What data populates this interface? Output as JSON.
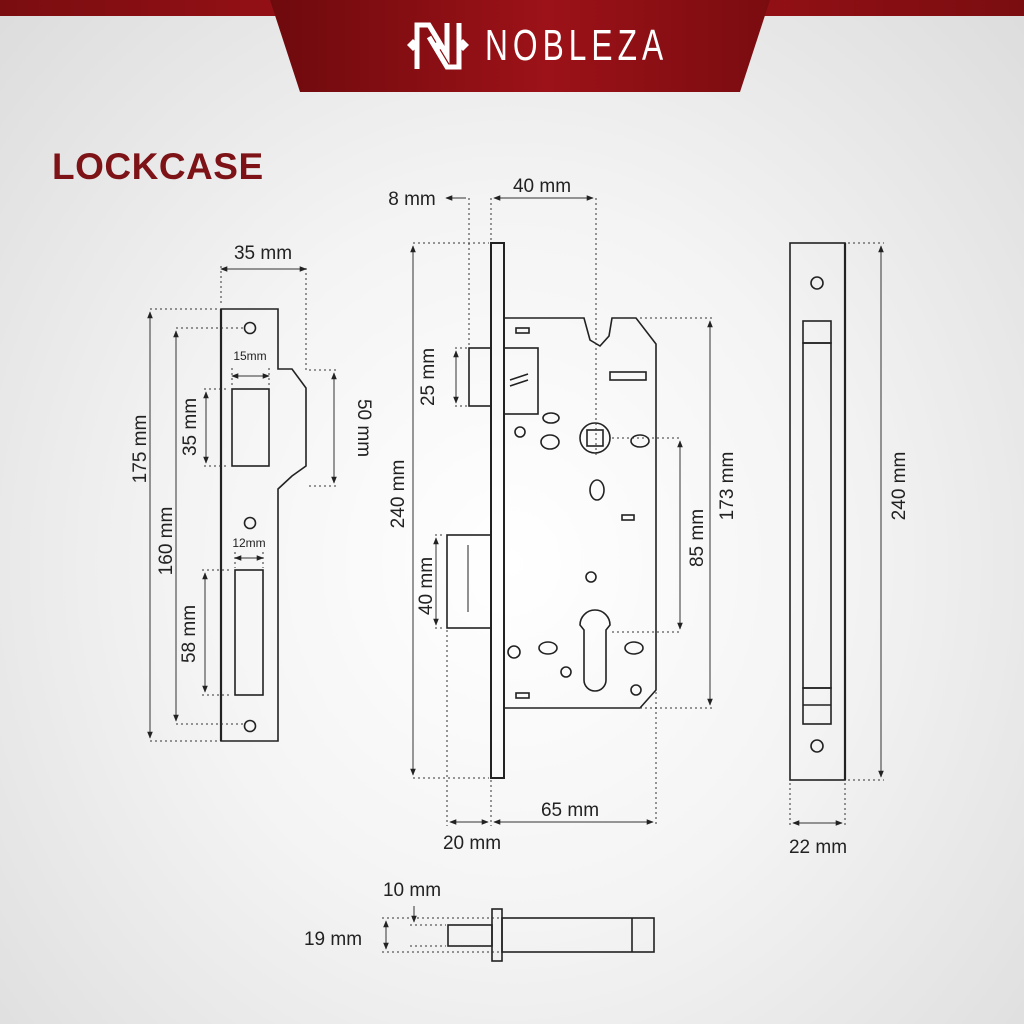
{
  "brand": {
    "name": "NOBLEZA",
    "logo_icon": "nobleza-monogram-icon"
  },
  "title": "LOCKCASE",
  "colors": {
    "brand_red": "#9c1218",
    "title_red": "#7d1316",
    "line": "#222222"
  },
  "strike_plate": {
    "width": "35 mm",
    "overall_height": "175 mm",
    "hole_spacing": "160 mm",
    "latch_opening_width": "15mm",
    "latch_opening_height": "35 mm",
    "lip_height": "50 mm",
    "bolt_opening_width": "12mm",
    "bolt_opening_height": "58 mm"
  },
  "lock_body": {
    "backset_offset": "8 mm",
    "backset": "40 mm",
    "faceplate_height": "240 mm",
    "latch_height": "25 mm",
    "deadbolt_height": "40 mm",
    "case_height": "173 mm",
    "center_distance": "85 mm",
    "faceplate_depth": "20 mm",
    "case_width": "65 mm"
  },
  "faceplate": {
    "height": "240 mm",
    "width": "22 mm"
  },
  "bolt_detail": {
    "bolt_thickness": "10 mm",
    "bolt_height": "19 mm"
  }
}
